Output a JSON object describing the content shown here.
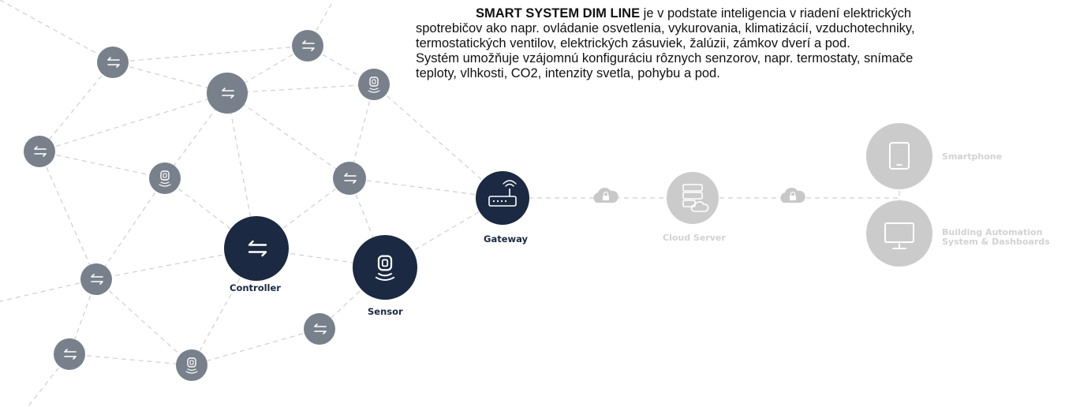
{
  "description": {
    "brand": "SMART SYSTEM DIM LINE",
    "line1_rest": " je v podstate inteligencia v riadení elektrických",
    "line2": "spotrebičov ako napr. ovládanie osvetlenia, vykurovania, klimatizácií, vzduchotechniky,",
    "line3": "termostatických ventilov, elektrických zásuviek, žalúzii, zámkov dverí a pod.",
    "line4": "Systém umožňuje vzájomnú konfiguráciu rôznych senzorov, napr. termostaty, snímače",
    "line5": "teploty, vlhkosti, CO2, intenzity svetla, pohybu a pod."
  },
  "labels": {
    "controller": "Controller",
    "sensor": "Sensor",
    "gateway": "Gateway",
    "cloud_server": "Cloud Server",
    "smartphone": "Smartphone",
    "bas_line1": "Building Automation",
    "bas_line2": "System & Dashboards"
  },
  "colors": {
    "node_gray": "#78808b",
    "node_dark": "#1b2942",
    "node_light": "#cbcbcb",
    "edge": "#cfcfcf"
  },
  "icons": {
    "mesh_node": "arrows-exchange-icon",
    "mesh_sensor": "sensor-waves-icon",
    "gateway": "router-wifi-icon",
    "link": "cloud-lock-icon",
    "cloud_server": "server-cloud-icon",
    "smartphone": "smartphone-icon",
    "dashboard": "monitor-icon"
  }
}
